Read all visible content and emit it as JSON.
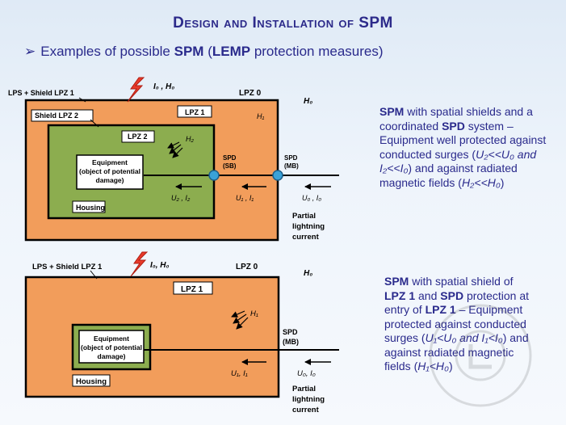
{
  "title": "Design and Installation of SPM",
  "subtitle": {
    "bullet": "➢",
    "text_a": "Examples of possible ",
    "spm": "SPM",
    "text_b": " (",
    "lemp": "LEMP",
    "text_c": " protection measures)"
  },
  "diagram1": {
    "lps_label": "LPS + Shield LPZ 1",
    "i0h0": "I₀ , H₀",
    "lpz0": "LPZ 0",
    "h0": "H₀",
    "shield_lpz2": "Shield LPZ 2",
    "lpz1": "LPZ 1",
    "h1": "H₁",
    "lpz2": "LPZ 2",
    "h2": "H₂",
    "equipment_line1": "Equipment",
    "equipment_line2": "(object of potential",
    "equipment_line3": "damage)",
    "housing": "Housing",
    "spd_sb_1": "SPD",
    "spd_sb_2": "(SB)",
    "spd_mb_1": "SPD",
    "spd_mb_2": "(MB)",
    "u2i2": "U₂ , I₂",
    "u1i1": "U₁ , I₁",
    "u0i0": "U₀ , I₀",
    "partial1": "Partial",
    "partial2": "lightning",
    "partial3": "current"
  },
  "diagram2": {
    "lps_label": "LPS + Shield LPZ 1",
    "i0h0": "I₀, H₀",
    "lpz0": "LPZ 0",
    "h0": "H₀",
    "lpz1": "LPZ 1",
    "h1": "H₁",
    "equipment_line1": "Equipment",
    "equipment_line2": "(object of potential",
    "equipment_line3": "damage)",
    "housing": "Housing",
    "spd_1": "SPD",
    "spd_2": "(MB)",
    "u1i1": "U₁, I₁",
    "u0i0": "U₀, I₀",
    "partial1": "Partial",
    "partial2": "lightning",
    "partial3": "current"
  },
  "desc1": {
    "spm": "SPM",
    "t1": " with spatial shields and a coordinated ",
    "spd": "SPD",
    "t2": " system – Equipment well protected against conducted surges (",
    "cond": "U₂<<U₀ and I₂<<I₀",
    "t3": ") and against radiated magnetic fields (",
    "rad": "H₂<<H₀",
    "t4": ")"
  },
  "desc2": {
    "spm": "SPM",
    "t1": " with spatial shield of ",
    "lpz1a": "LPZ 1",
    "t2": " and ",
    "spd": "SPD",
    "t3": " protection at entry of ",
    "lpz1b": "LPZ 1",
    "t4": " – Equipment protected against conducted surges (",
    "cond": "U₁<U₀ and I₁<I₀",
    "t5": ") and against radiated magnetic fields (",
    "rad": "H₁<H₀",
    "t6": ")"
  },
  "colors": {
    "orange": "#f29d5b",
    "green": "#8cad4f",
    "spd_blue": "#3aa2d8",
    "lightning": "#e83a2a",
    "text_blue": "#2a2a8c"
  }
}
